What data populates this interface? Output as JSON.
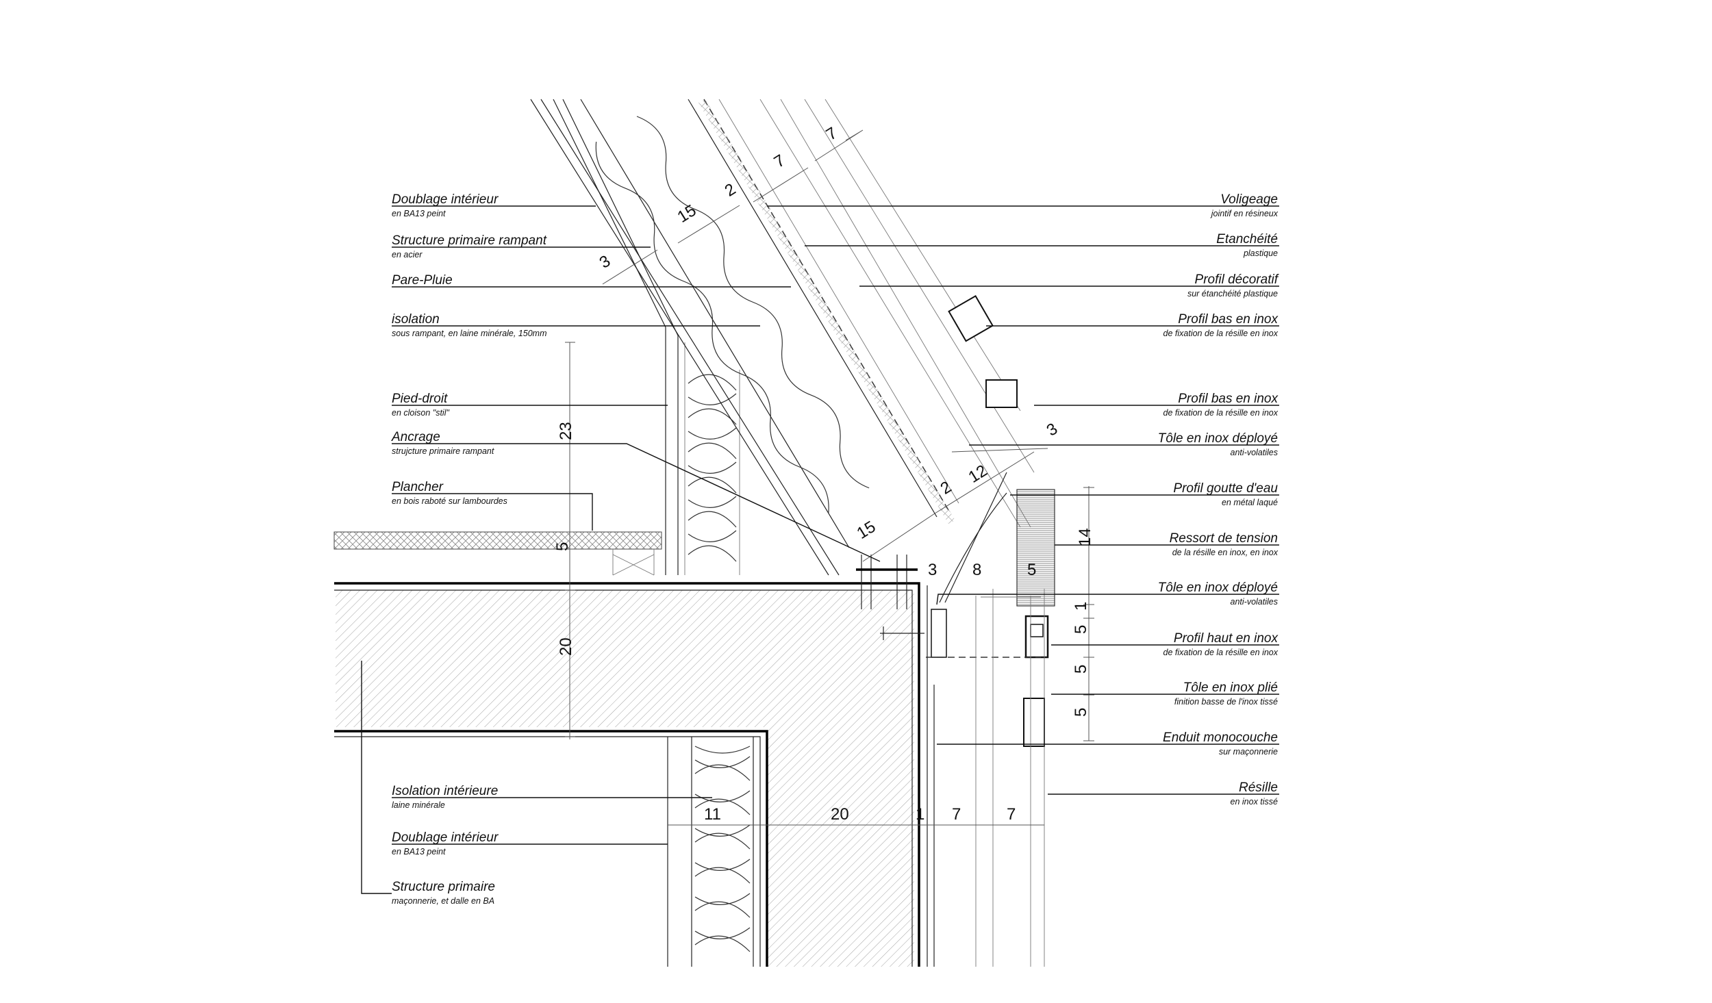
{
  "labels_left": [
    {
      "title": "Doublage intérieur",
      "sub": "en BA13 peint"
    },
    {
      "title": "Structure primaire rampant",
      "sub": "en acier"
    },
    {
      "title": "Pare-Pluie",
      "sub": ""
    },
    {
      "title": "isolation",
      "sub": "sous rampant, en laine minérale, 150mm"
    },
    {
      "title": "Pied-droit",
      "sub": "en cloison \"stil\""
    },
    {
      "title": "Ancrage",
      "sub": "strujcture primaire rampant"
    },
    {
      "title": "Plancher",
      "sub": "en bois raboté sur lambourdes"
    },
    {
      "title": "Isolation intérieure",
      "sub": "laine minérale"
    },
    {
      "title": "Doublage intérieur",
      "sub": "en BA13 peint"
    },
    {
      "title": "Structure primaire",
      "sub": "maçonnerie, et dalle en BA"
    }
  ],
  "labels_right": [
    {
      "title": "Voligeage",
      "sub": "jointif en résineux"
    },
    {
      "title": "Etanchéité",
      "sub": "plastique"
    },
    {
      "title": "Profil décoratif",
      "sub": "sur étanchéité plastique"
    },
    {
      "title": "Profil bas en inox",
      "sub": "de fixation de la résille en inox"
    },
    {
      "title": "Profil bas en inox",
      "sub": "de fixation de la résille en inox"
    },
    {
      "title": "Tôle en inox déployé",
      "sub": "anti-volatiles"
    },
    {
      "title": "Profil goutte d'eau",
      "sub": "en métal laqué"
    },
    {
      "title": "Ressort de tension",
      "sub": "de la résille en inox, en inox"
    },
    {
      "title": "Tôle en inox déployé",
      "sub": "anti-volatiles"
    },
    {
      "title": "Profil haut en inox",
      "sub": "de fixation de la résille en inox"
    },
    {
      "title": "Tôle en inox plié",
      "sub": "finition basse de l'inox tissé"
    },
    {
      "title": "Enduit monocouche",
      "sub": "sur maçonnerie"
    },
    {
      "title": "Résille",
      "sub": "en inox tissé"
    }
  ],
  "dimensions": [
    "7",
    "7",
    "2",
    "15",
    "3",
    "23",
    "5",
    "20",
    "3",
    "2",
    "12",
    "15",
    "3",
    "8",
    "5",
    "14",
    "1",
    "5",
    "5",
    "5",
    "11",
    "20",
    "1",
    "7",
    "7"
  ]
}
